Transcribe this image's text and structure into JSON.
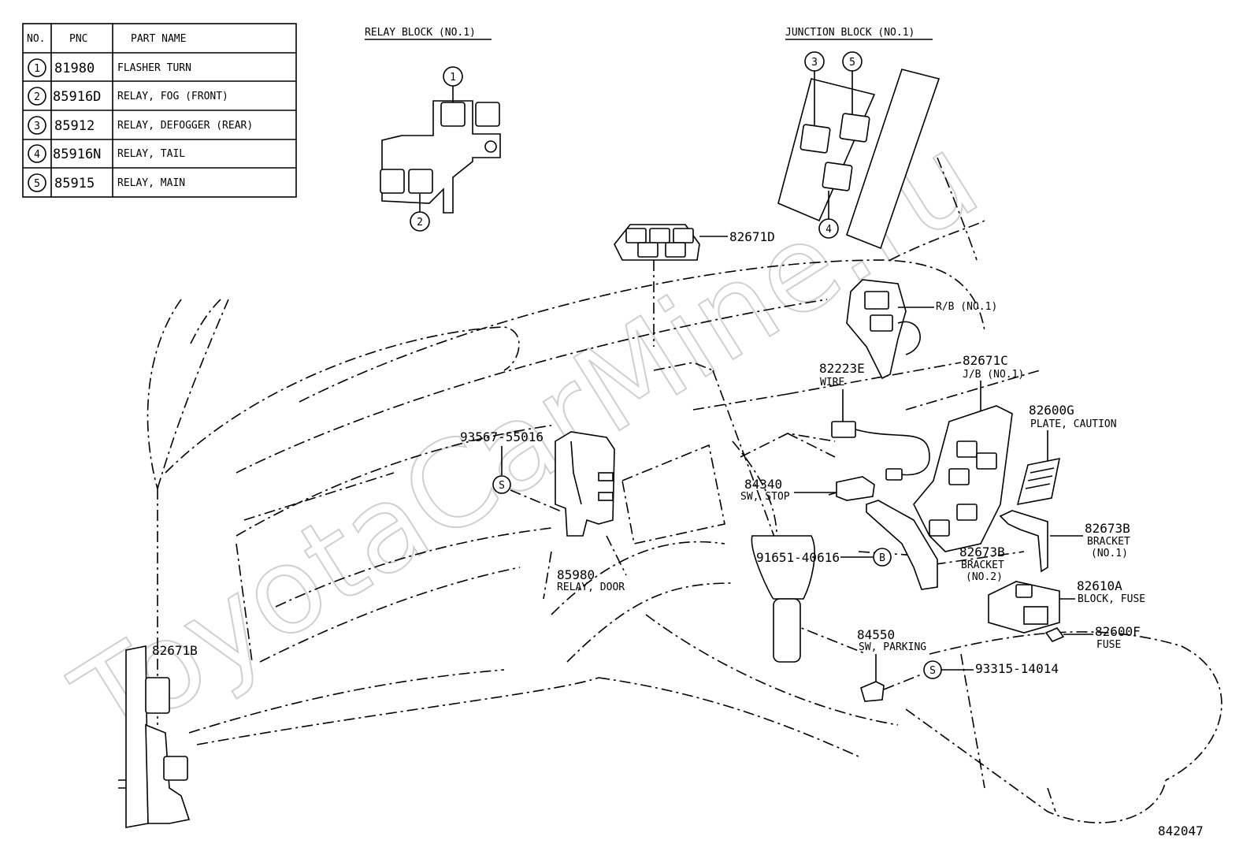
{
  "parts_table": {
    "headers": [
      "NO.",
      "PNC",
      "PART NAME"
    ],
    "rows": [
      {
        "no": "1",
        "pnc": "81980",
        "name": "FLASHER TURN"
      },
      {
        "no": "2",
        "pnc": "85916D",
        "name": "RELAY, FOG (FRONT)"
      },
      {
        "no": "3",
        "pnc": "85912",
        "name": "RELAY, DEFOGGER (REAR)"
      },
      {
        "no": "4",
        "pnc": "85916N",
        "name": "RELAY, TAIL"
      },
      {
        "no": "5",
        "pnc": "85915",
        "name": "RELAY, MAIN"
      }
    ]
  },
  "insets": {
    "relay_block": "RELAY BLOCK (NO.1)",
    "junction_block": "JUNCTION BLOCK (NO.1)"
  },
  "callout_numbers": [
    "1",
    "2",
    "3",
    "5",
    "4"
  ],
  "callouts": {
    "c82671D": {
      "pnc": "82671D",
      "name": ""
    },
    "cRB": {
      "pnc": "R/B (NO.1)",
      "name": ""
    },
    "c82223E": {
      "pnc": "82223E",
      "name": "WIRE"
    },
    "c82671C": {
      "pnc": "82671C",
      "name": "J/B (NO.1)"
    },
    "c82600G": {
      "pnc": "82600G",
      "name": "PLATE, CAUTION"
    },
    "c93567": {
      "pnc": "93567-55016",
      "name": ""
    },
    "c84340": {
      "pnc": "84340",
      "name": "SW, STOP"
    },
    "c82673B1": {
      "pnc": "82673B",
      "name": "BRACKET",
      "name2": "(NO.1)"
    },
    "c82673B2": {
      "pnc": "82673B",
      "name": "BRACKET",
      "name2": "(NO.2)"
    },
    "c91651": {
      "pnc": "91651-40616",
      "name": ""
    },
    "c85980": {
      "pnc": "85980",
      "name": "RELAY, DOOR"
    },
    "c82610A": {
      "pnc": "82610A",
      "name": "BLOCK, FUSE"
    },
    "c82600F": {
      "pnc": "82600F",
      "name": "FUSE"
    },
    "c84550": {
      "pnc": "84550",
      "name": "SW, PARKING"
    },
    "c93315": {
      "pnc": "93315-14014",
      "name": ""
    },
    "c82671B": {
      "pnc": "82671B",
      "name": ""
    }
  },
  "symbols": {
    "s": "S",
    "b": "B"
  },
  "drawing_number": "842047",
  "watermark": "ToyotaCarMine.ru"
}
